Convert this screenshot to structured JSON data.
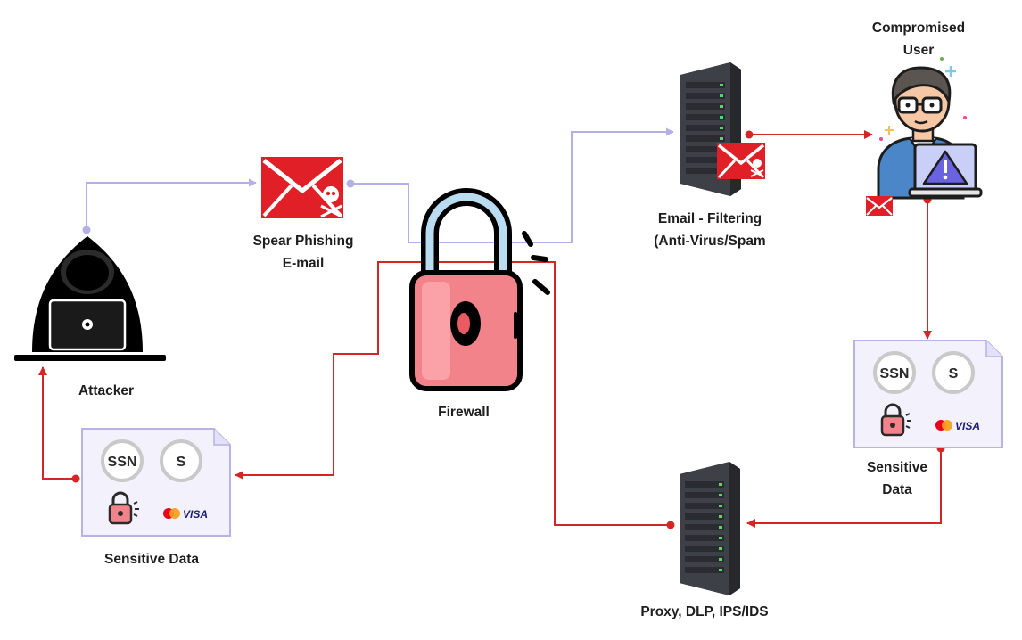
{
  "nodes": {
    "attacker": {
      "label": "Attacker"
    },
    "spear_phishing": {
      "label_line1": "Spear Phishing",
      "label_line2": "E-mail"
    },
    "firewall": {
      "label": "Firewall"
    },
    "email_filtering": {
      "label_line1": "Email - Filtering",
      "label_line2": "(Anti-Virus/Spam"
    },
    "compromised_user": {
      "label_line1": "Compromised",
      "label_line2": "User"
    },
    "sensitive_data_right": {
      "label_line1": "Sensitive",
      "label_line2": "Data"
    },
    "proxy": {
      "label": "Proxy, DLP, IPS/IDS"
    },
    "sensitive_data_left": {
      "label": "Sensitive Data"
    }
  },
  "card": {
    "ssn": "SSN",
    "s": "S",
    "visa": "VISA"
  },
  "colors": {
    "flow_inbound": "#b3b0e6",
    "flow_exfil": "#d42626",
    "envelope": "#e11f26",
    "server_dark": "#3a3d43",
    "server_led": "#53d86a",
    "lock_body": "#f2838a",
    "lock_shackle": "#b9dcf1",
    "card_bg": "#f2f1fc",
    "card_border": "#b7b3e6",
    "shirt": "#4a86c8"
  }
}
